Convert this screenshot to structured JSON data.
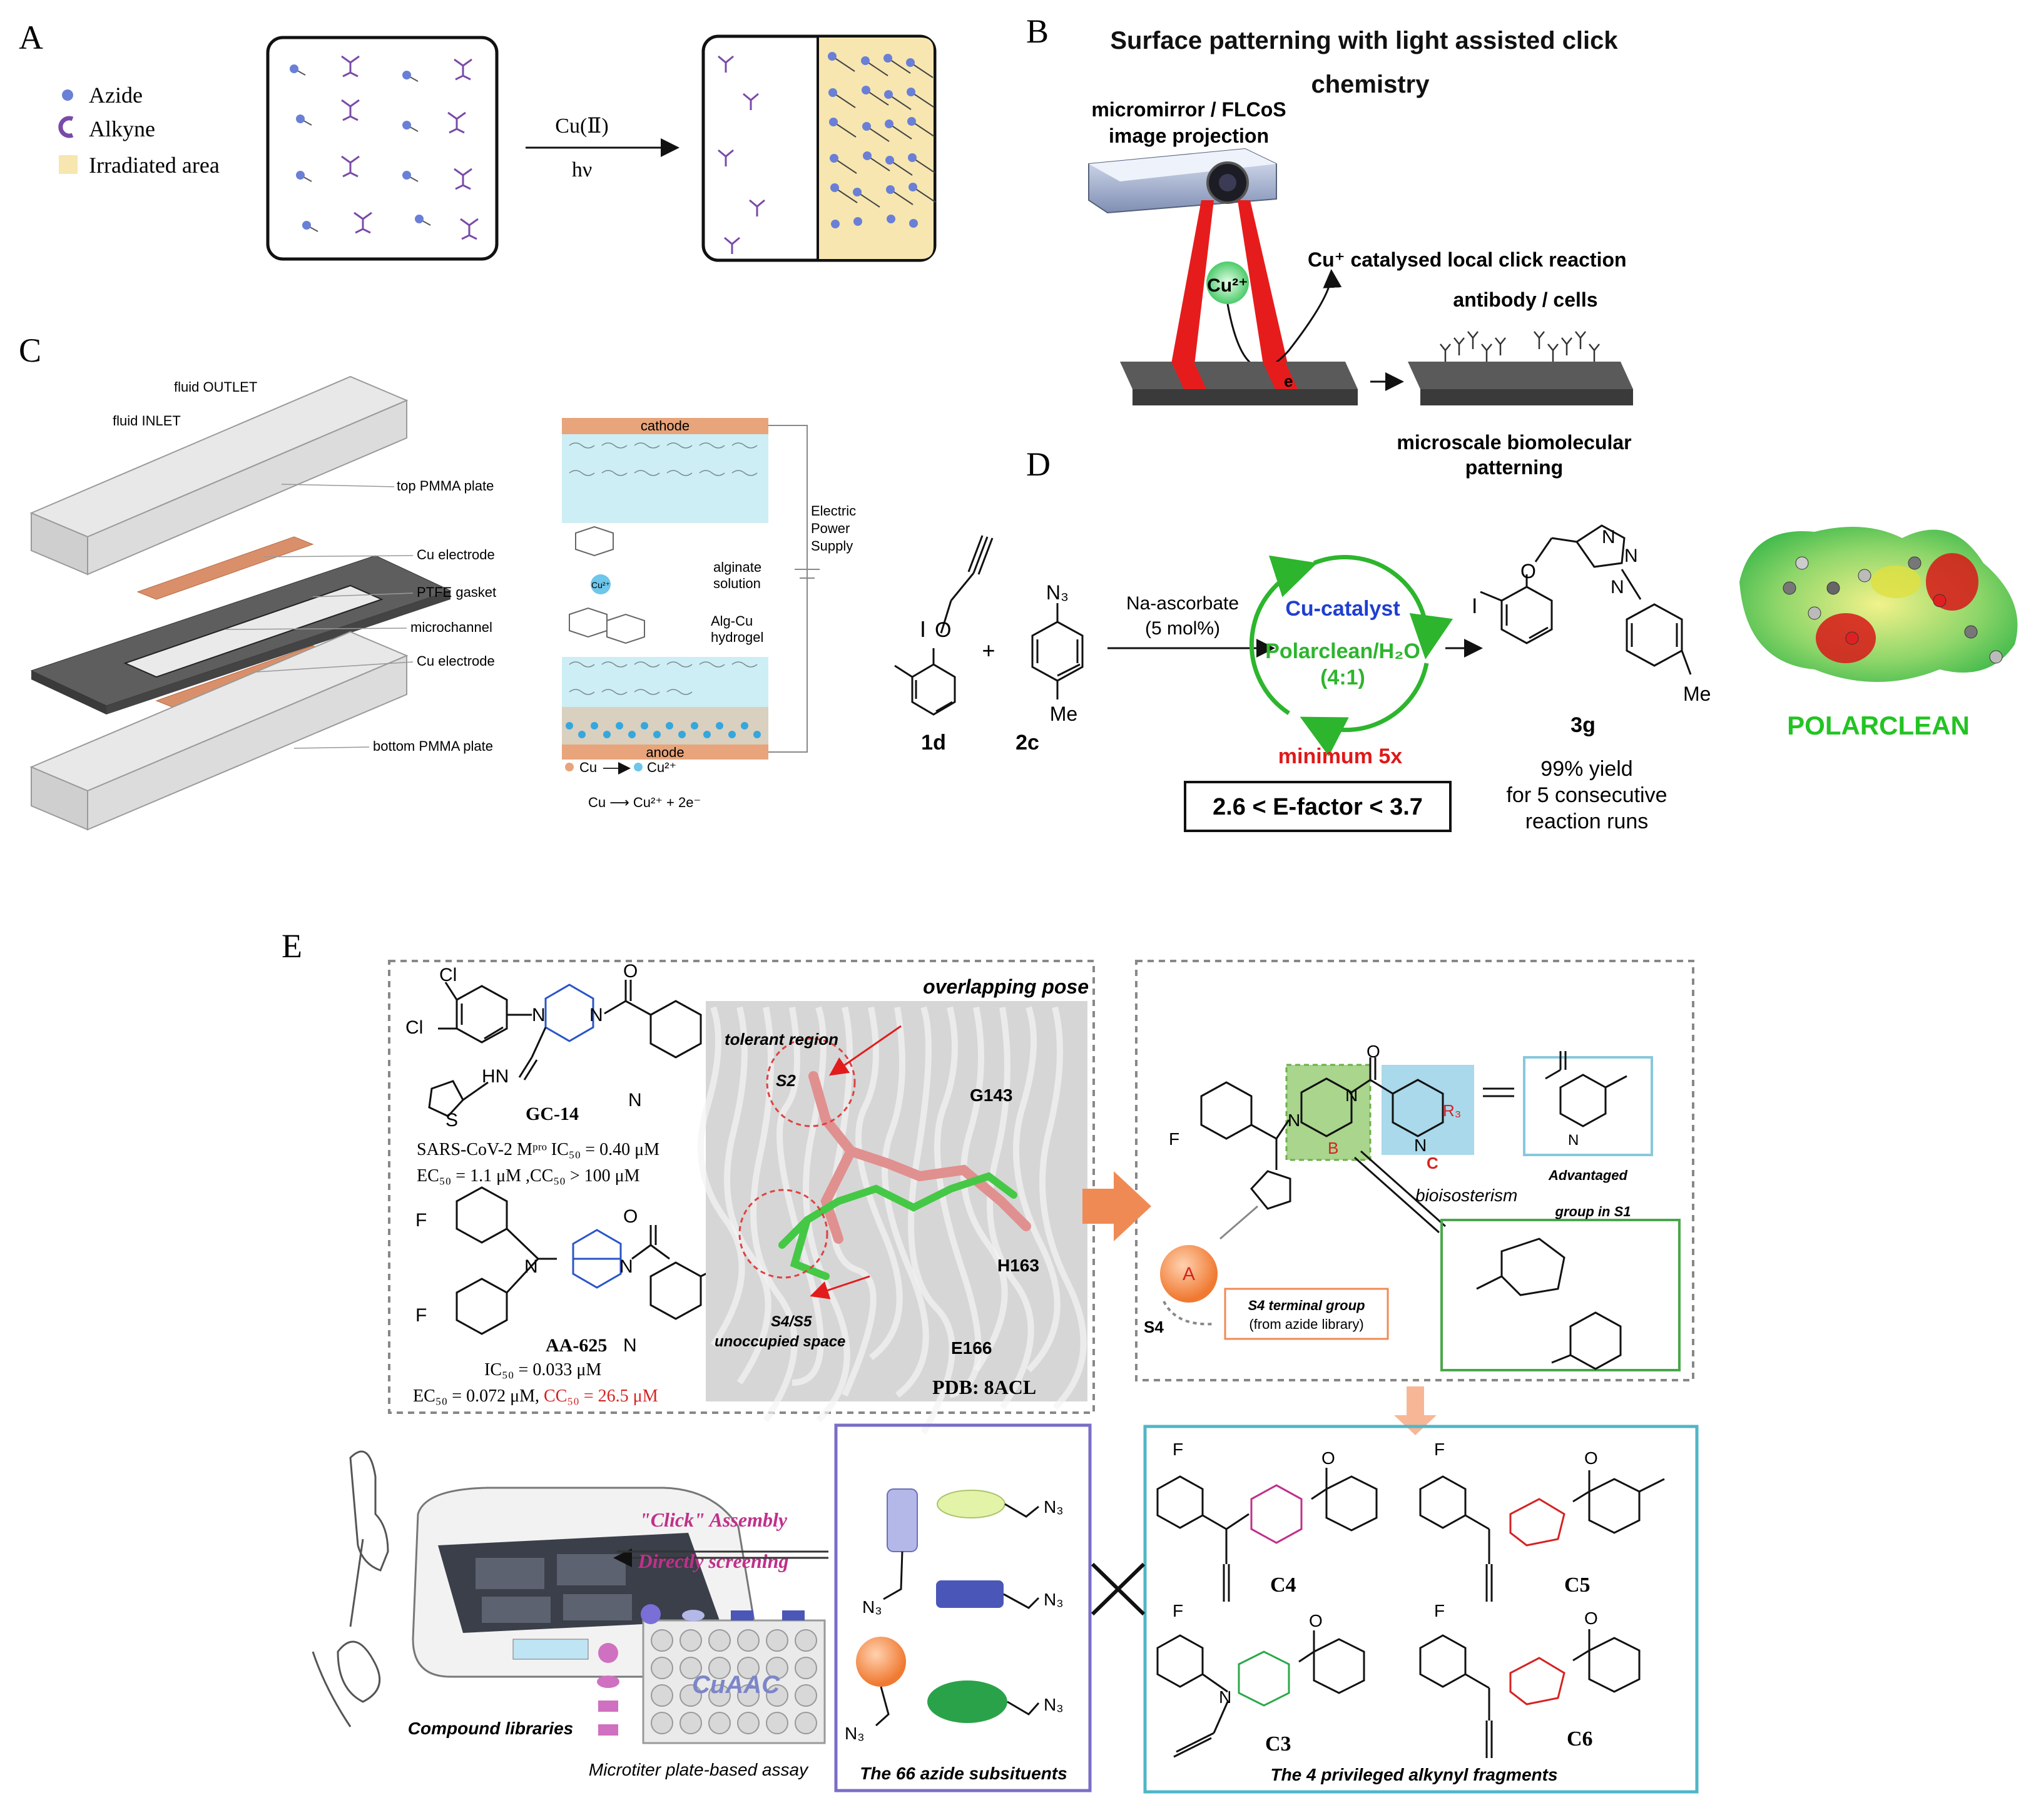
{
  "panel_letters": {
    "a": "A",
    "b": "B",
    "c": "C",
    "d": "D",
    "e": "E"
  },
  "panel_a": {
    "legend": [
      "Azide",
      "Alkyne",
      "Irradiated area"
    ],
    "reagent": "Cu(Ⅱ)",
    "condition": "hν",
    "colors": {
      "azide": "#6a7fd6",
      "alkyne": "#7a4aa8",
      "irradiated": "#f7e6b0"
    }
  },
  "panel_b": {
    "title_line1": "Surface patterning with light assisted click",
    "title_line2": "chemistry",
    "projector_line1": "micromirror / FLCoS",
    "projector_line2": "image projection",
    "cu2": "Cu²⁺",
    "cu_label": "Cu⁺ catalysed local click reaction",
    "antibody": "antibody / cells",
    "electron": "e",
    "bottom_line1": "microscale biomolecular",
    "bottom_line2": "patterning"
  },
  "panel_c": {
    "fluid_outlet": "fluid OUTLET",
    "fluid_inlet": "fluid INLET",
    "top_plate": "top PMMA plate",
    "cu_electrode_1": "Cu electrode",
    "ptfe": "PTFE gasket",
    "microchannel": "microchannel",
    "cu_electrode_2": "Cu electrode",
    "bottom_plate": "bottom PMMA plate",
    "cathode": "cathode",
    "anode": "anode",
    "alginate_1": "alginate",
    "alginate_2": "solution",
    "alg_cu_1": "Alg-Cu",
    "alg_cu_2": "hydrogel",
    "power_1": "Electric",
    "power_2": "Power",
    "power_3": "Supply",
    "legend_cu": "Cu",
    "legend_cu2": "Cu²⁺",
    "legend_eq": "Cu ⟶ Cu²⁺ + 2e⁻",
    "cu_ion": "Cu²⁺"
  },
  "panel_d": {
    "cmpd_1d": "1d",
    "cmpd_2c": "2c",
    "cmpd_3g": "3g",
    "iodo": "I",
    "oxygen": "O",
    "azide": "N₃",
    "methyl": "Me",
    "plus": "+",
    "reagent_1": "Na-ascorbate",
    "reagent_2": "(5 mol%)",
    "catalyst": "Cu-catalyst",
    "solvent_1": "Polarclean/H₂O",
    "solvent_2": "(4:1)",
    "minimum": "minimum 5x",
    "efactor": "2.6 < E-factor < 3.7",
    "yield_1": "99% yield",
    "yield_2": "for 5 consecutive",
    "yield_3": "reaction runs",
    "polarclean": "POLARCLEAN",
    "triazole_n": "N",
    "colors": {
      "cycle": "#2db52d",
      "catalyst": "#1f3fd0",
      "minimum": "#e01818",
      "polarclean": "#22c422"
    }
  },
  "panel_e": {
    "gc14": "GC-14",
    "gc14_act1": "SARS-CoV-2 Mᵖʳᵒ IC₅₀ = 0.40 μM",
    "gc14_act2": "EC₅₀ = 1.1 μM ,CC₅₀ > 100 μM",
    "aa625": "AA-625",
    "aa625_act1": "IC₅₀ = 0.033 μM",
    "aa625_act2a": "EC₅₀ = 0.072 μM, ",
    "aa625_act2b": "CC₅₀ = 26.5 μM",
    "cl": "Cl",
    "f": "F",
    "n": "N",
    "o": "O",
    "s": "S",
    "hn": "HN",
    "overlapping": "overlapping pose",
    "tolerant": "tolerant region",
    "s2": "S2",
    "g143": "G143",
    "h163": "H163",
    "s4s5_1": "S4/S5",
    "s4s5_2": "unoccupied space",
    "e166": "E166",
    "pdb": "PDB: 8ACL",
    "site_a": "A",
    "site_b": "B",
    "site_c": "C",
    "r3": "R₃",
    "s4": "S4",
    "s4_term_1": "S4 terminal group",
    "s4_term_2": "(from azide library)",
    "advantaged_1": "Advantaged",
    "advantaged_2": "group in S1",
    "bioisosterism": "bioisosterism",
    "click_assembly": "\"Click\"  Assembly",
    "directly_screening": "Directly screening",
    "compound_libraries": "Compound libraries",
    "microtiter": "Microtiter plate-based assay",
    "cuaac": "CuAAC",
    "n3": "N₃",
    "azide_box": "The 66 azide subsituents",
    "c3": "C3",
    "c4": "C4",
    "c5": "C5",
    "c6": "C6",
    "alkynyl_box": "The 4 privileged alkynyl fragments",
    "colors": {
      "magenta": "#c0308a",
      "teal_box": "#4fb6c8",
      "purple_box": "#7a6fc6",
      "arrow": "#f08a55",
      "red": "#d62222",
      "blue": "#2a55c8"
    }
  }
}
